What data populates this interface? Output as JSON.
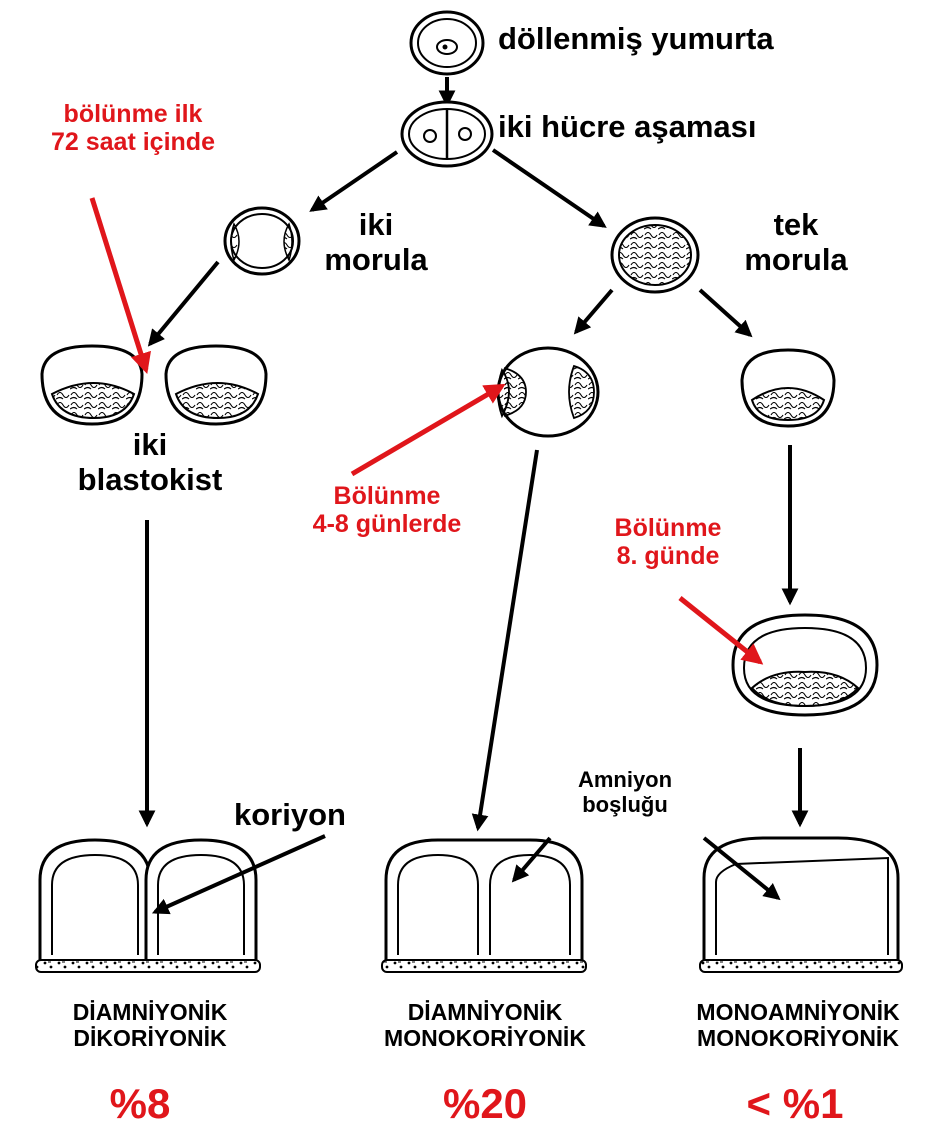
{
  "labels": {
    "fertilized_egg": "döllenmiş yumurta",
    "two_cell": "iki hücre aşaması",
    "two_morula_1": "iki",
    "two_morula_2": "morula",
    "single_morula_1": "tek",
    "single_morula_2": "morula",
    "two_blastocyst_1": "iki",
    "two_blastocyst_2": "blastokist",
    "chorion": "koriyon",
    "amnion_1": "Amniyon",
    "amnion_2": "boşluğu"
  },
  "notes": {
    "split_72h_1": "bölünme ilk",
    "split_72h_2": "72 saat içinde",
    "split_4_8_1": "Bölünme",
    "split_4_8_2": "4-8 günlerde",
    "split_8_1": "Bölünme",
    "split_8_2": "8. günde"
  },
  "outcomes": [
    {
      "line1": "DİAMNİYONİK",
      "line2": "DİKORİYONİK",
      "percent": "%8"
    },
    {
      "line1": "DİAMNİYONİK",
      "line2": "MONOKORİYONİK",
      "percent": "%20"
    },
    {
      "line1": "MONOAMNİYONİK",
      "line2": "MONOKORİYONİK",
      "percent": "< %1"
    }
  ],
  "colors": {
    "annotation": "#e0161b",
    "ink": "#000000"
  }
}
